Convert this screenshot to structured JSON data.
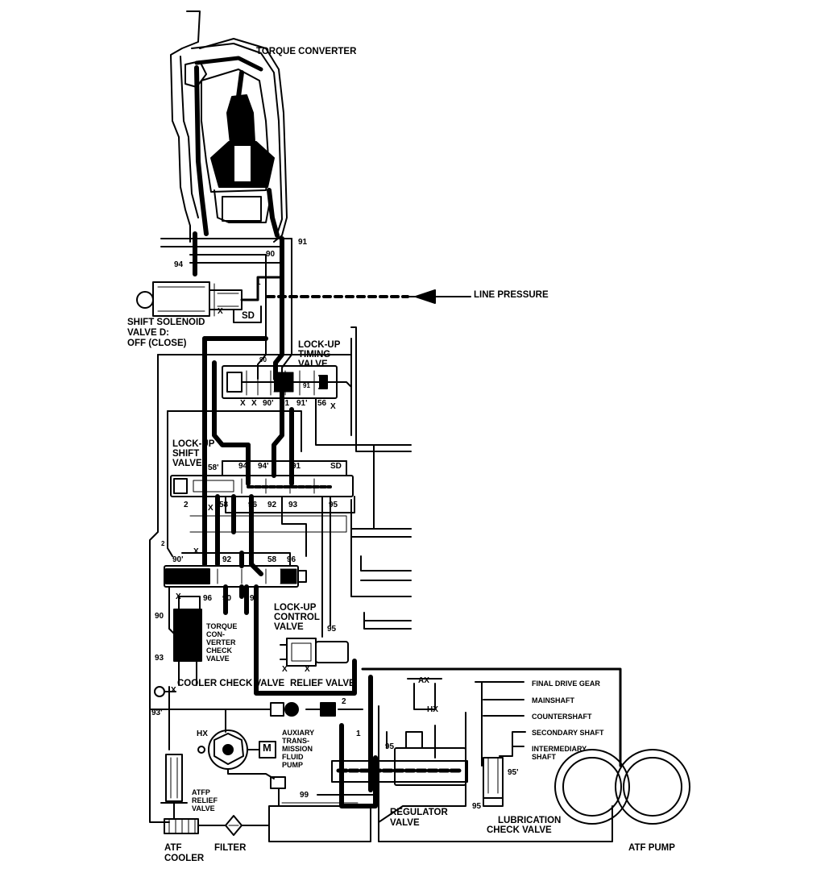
{
  "labels": {
    "torque_converter": "TORQUE CONVERTER",
    "line_pressure": "LINE PRESSURE",
    "shift_solenoid": [
      "SHIFT SOLENOID",
      "VALVE D:",
      "OFF (CLOSE)"
    ],
    "lockup_timing_valve": [
      "LOCK-UP",
      "TIMING",
      "VALVE"
    ],
    "lockup_shift_valve": [
      "LOCK-UP",
      "SHIFT",
      "VALVE"
    ],
    "lockup_control_valve": [
      "LOCK-UP",
      "CONTROL",
      "VALVE"
    ],
    "torque_converter_check_valve": [
      "TORQUE",
      "CON-",
      "VERTER",
      "CHECK",
      "VALVE"
    ],
    "cooler_check_valve": "COOLER CHECK VALVE",
    "relief_valve": "RELIEF VALVE",
    "final_drive_gear": "FINAL DRIVE GEAR",
    "mainshaft": "MAINSHAFT",
    "countershaft": "COUNTERSHAFT",
    "secondary_shaft": "SECONDARY SHAFT",
    "intermediary_shaft": [
      "INTERMEDIARY",
      "SHAFT"
    ],
    "auxiliary_pump": [
      "AUXIARY",
      "TRANS-",
      "MISSION",
      "FLUID",
      "PUMP"
    ],
    "atfp_relief_valve": [
      "ATFP",
      "RELIEF",
      "VALVE"
    ],
    "regulator_valve": [
      "REGULATOR",
      "VALVE"
    ],
    "lubrication_check_valve": [
      "LUBRICATION",
      "CHECK VALVE"
    ],
    "atf_cooler": [
      "ATF",
      "COOLER"
    ],
    "filter": "FILTER",
    "atf_pump": "ATF PUMP",
    "motor_symbol": "M",
    "sd": "SD"
  },
  "ports": {
    "p91_top": "91",
    "p90_top": "90",
    "p94_top": "94",
    "p1_top": "1",
    "x_solenoid": "X",
    "timing_90": "90",
    "timing_x1": "X",
    "timing_x2": "X",
    "timing_90p": "90'",
    "timing_91": "91",
    "timing_91p": "91'",
    "timing_56": "56",
    "timing_x3": "X",
    "timing_91top": "91",
    "shift_58p": "58'",
    "shift_94": "94",
    "shift_94p": "94'",
    "shift_91": "91",
    "shift_sd": "SD",
    "shift_2": "2",
    "shift_x": "X",
    "shift_58": "58",
    "shift_96": "96",
    "shift_92": "92",
    "shift_93": "93",
    "shift_95": "95",
    "ctrl_2": "2",
    "ctrl_x_top": "X",
    "ctrl_90p": "90'",
    "ctrl_92": "92",
    "ctrl_58": "58",
    "ctrl_96": "96",
    "ctrl_x_bot": "X",
    "ctrl_96b": "96",
    "ctrl_90": "90",
    "ctrl_93": "93",
    "left_90": "90",
    "left_93": "93",
    "relief_95": "95",
    "relief_x1": "X",
    "relief_x2": "X",
    "cooler_x": "X",
    "left_93p": "93'",
    "reg_2": "2",
    "reg_1": "1",
    "reg_95": "95",
    "ax": "AX",
    "hx": "HX",
    "hx2": "HX",
    "lub_95p": "95'",
    "lub_95": "95",
    "p99": "99"
  },
  "colors": {
    "line": "#000000",
    "background": "#ffffff"
  }
}
